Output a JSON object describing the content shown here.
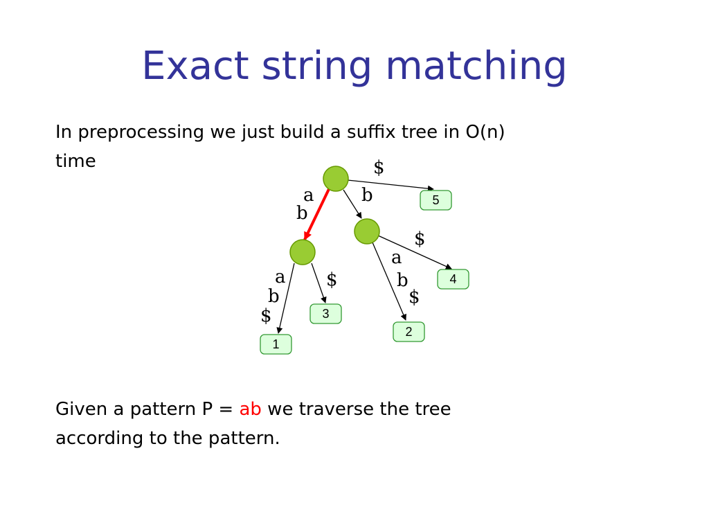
{
  "slide": {
    "title": "Exact string matching",
    "preprocessing": {
      "line1": "In preprocessing we just build a suffix tree in O(n)",
      "line2": "time"
    },
    "query": {
      "prefix": "Given a pattern P = ",
      "pattern": "ab",
      "suffix": " we traverse the tree",
      "line2": "according to the pattern."
    }
  },
  "diagram": {
    "colors": {
      "node_fill": "#99cc33",
      "node_stroke": "#669900",
      "leaf_fill": "#ddffdd",
      "leaf_stroke": "#339933",
      "edge": "#000000",
      "highlight_edge": "#ff0000",
      "pattern_text": "#ff0000",
      "title": "#333399"
    },
    "internal_nodes": [
      "root",
      "node-ab",
      "node-b"
    ],
    "edges": [
      {
        "from": "root",
        "to": "node-ab",
        "label": [
          "a",
          "b"
        ],
        "highlighted": true
      },
      {
        "from": "root",
        "to": "leaf-5",
        "label": [
          "$"
        ],
        "highlighted": false
      },
      {
        "from": "root",
        "to": "node-b",
        "label": [
          "b"
        ],
        "highlighted": false
      },
      {
        "from": "node-ab",
        "to": "leaf-1",
        "label": [
          "a",
          "b",
          "$"
        ],
        "highlighted": false
      },
      {
        "from": "node-ab",
        "to": "leaf-3",
        "label": [
          "$"
        ],
        "highlighted": false
      },
      {
        "from": "node-b",
        "to": "leaf-4",
        "label": [
          "$"
        ],
        "highlighted": false
      },
      {
        "from": "node-b",
        "to": "leaf-2",
        "label": [
          "a",
          "b",
          "$"
        ],
        "highlighted": false
      }
    ],
    "leaves": [
      {
        "id": "leaf-5",
        "label": "5"
      },
      {
        "id": "leaf-4",
        "label": "4"
      },
      {
        "id": "leaf-3",
        "label": "3"
      },
      {
        "id": "leaf-2",
        "label": "2"
      },
      {
        "id": "leaf-1",
        "label": "1"
      }
    ]
  }
}
